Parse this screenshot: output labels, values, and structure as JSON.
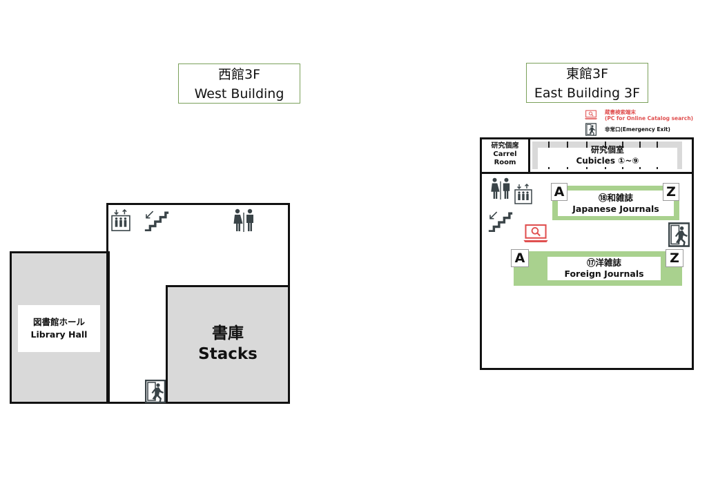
{
  "west": {
    "title_ja": "西館3F",
    "title_en": "West Building",
    "library_hall_ja": "図書館ホール",
    "library_hall_en": "Library  Hall",
    "stacks_ja": "書庫",
    "stacks_en": "Stacks"
  },
  "east": {
    "title_ja": "東館3F",
    "title_en": "East Building 3F",
    "carrel_ja": "研究個席",
    "carrel_en_1": "Carrel",
    "carrel_en_2": "Room",
    "cubicles_ja": "研究個室",
    "cubicles_en": "Cubicles  ①~⑨",
    "japanese_journals_num": "⑱和雑誌",
    "japanese_journals_en": "Japanese  Journals",
    "foreign_journals_num": "⑰洋雑誌",
    "foreign_journals_en": "Foreign  Journals",
    "shelf_start": "A",
    "shelf_end": "Z"
  },
  "legend": {
    "pc_ja": "蔵書検索端末",
    "pc_en": "(PC for Online  Catalog search)",
    "exit_ja": "非常口(Emergency  Exit)"
  },
  "colors": {
    "shelf_green": "#a9d18e",
    "title_border": "#7aa05a",
    "room_gray": "#d9d9d9",
    "pc_red": "#e05050",
    "icon_dark": "#3a4448"
  }
}
